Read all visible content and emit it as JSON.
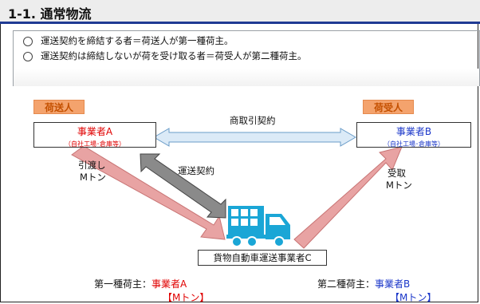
{
  "title": "1-1. 通常物流",
  "bullets": [
    "運送契約を締結する者＝荷送人が第一種荷主。",
    "運送契約は締結しないが荷を受け取る者＝荷受人が第二種荷主。"
  ],
  "shipper": {
    "role": "荷送人",
    "name": "事業者A",
    "sub": "（自社工場･倉庫等）"
  },
  "consignee": {
    "role": "荷受人",
    "name": "事業者B",
    "sub": "（自社工場･倉庫等）"
  },
  "arrows": {
    "commercial": "商取引契約",
    "transport": "運送契約",
    "handover_1": "引渡し",
    "handover_2": "Mトン",
    "receive_1": "受取",
    "receive_2": "Mトン"
  },
  "carrier": "貨物自動車運送事業者C",
  "footer": {
    "first_prefix": "第一種荷主：",
    "first_name": "事業者A",
    "first_amount": "【Mトン】",
    "second_prefix": "第二種荷主：",
    "second_name": "事業者B",
    "second_amount": "【Mトン】"
  },
  "colors": {
    "title_underline": "#1f3a93",
    "role_pill": "#f4a36d",
    "entity_a_text": "#e00000",
    "entity_b_text": "#1a36c9",
    "truck": "#1aa6d6"
  }
}
